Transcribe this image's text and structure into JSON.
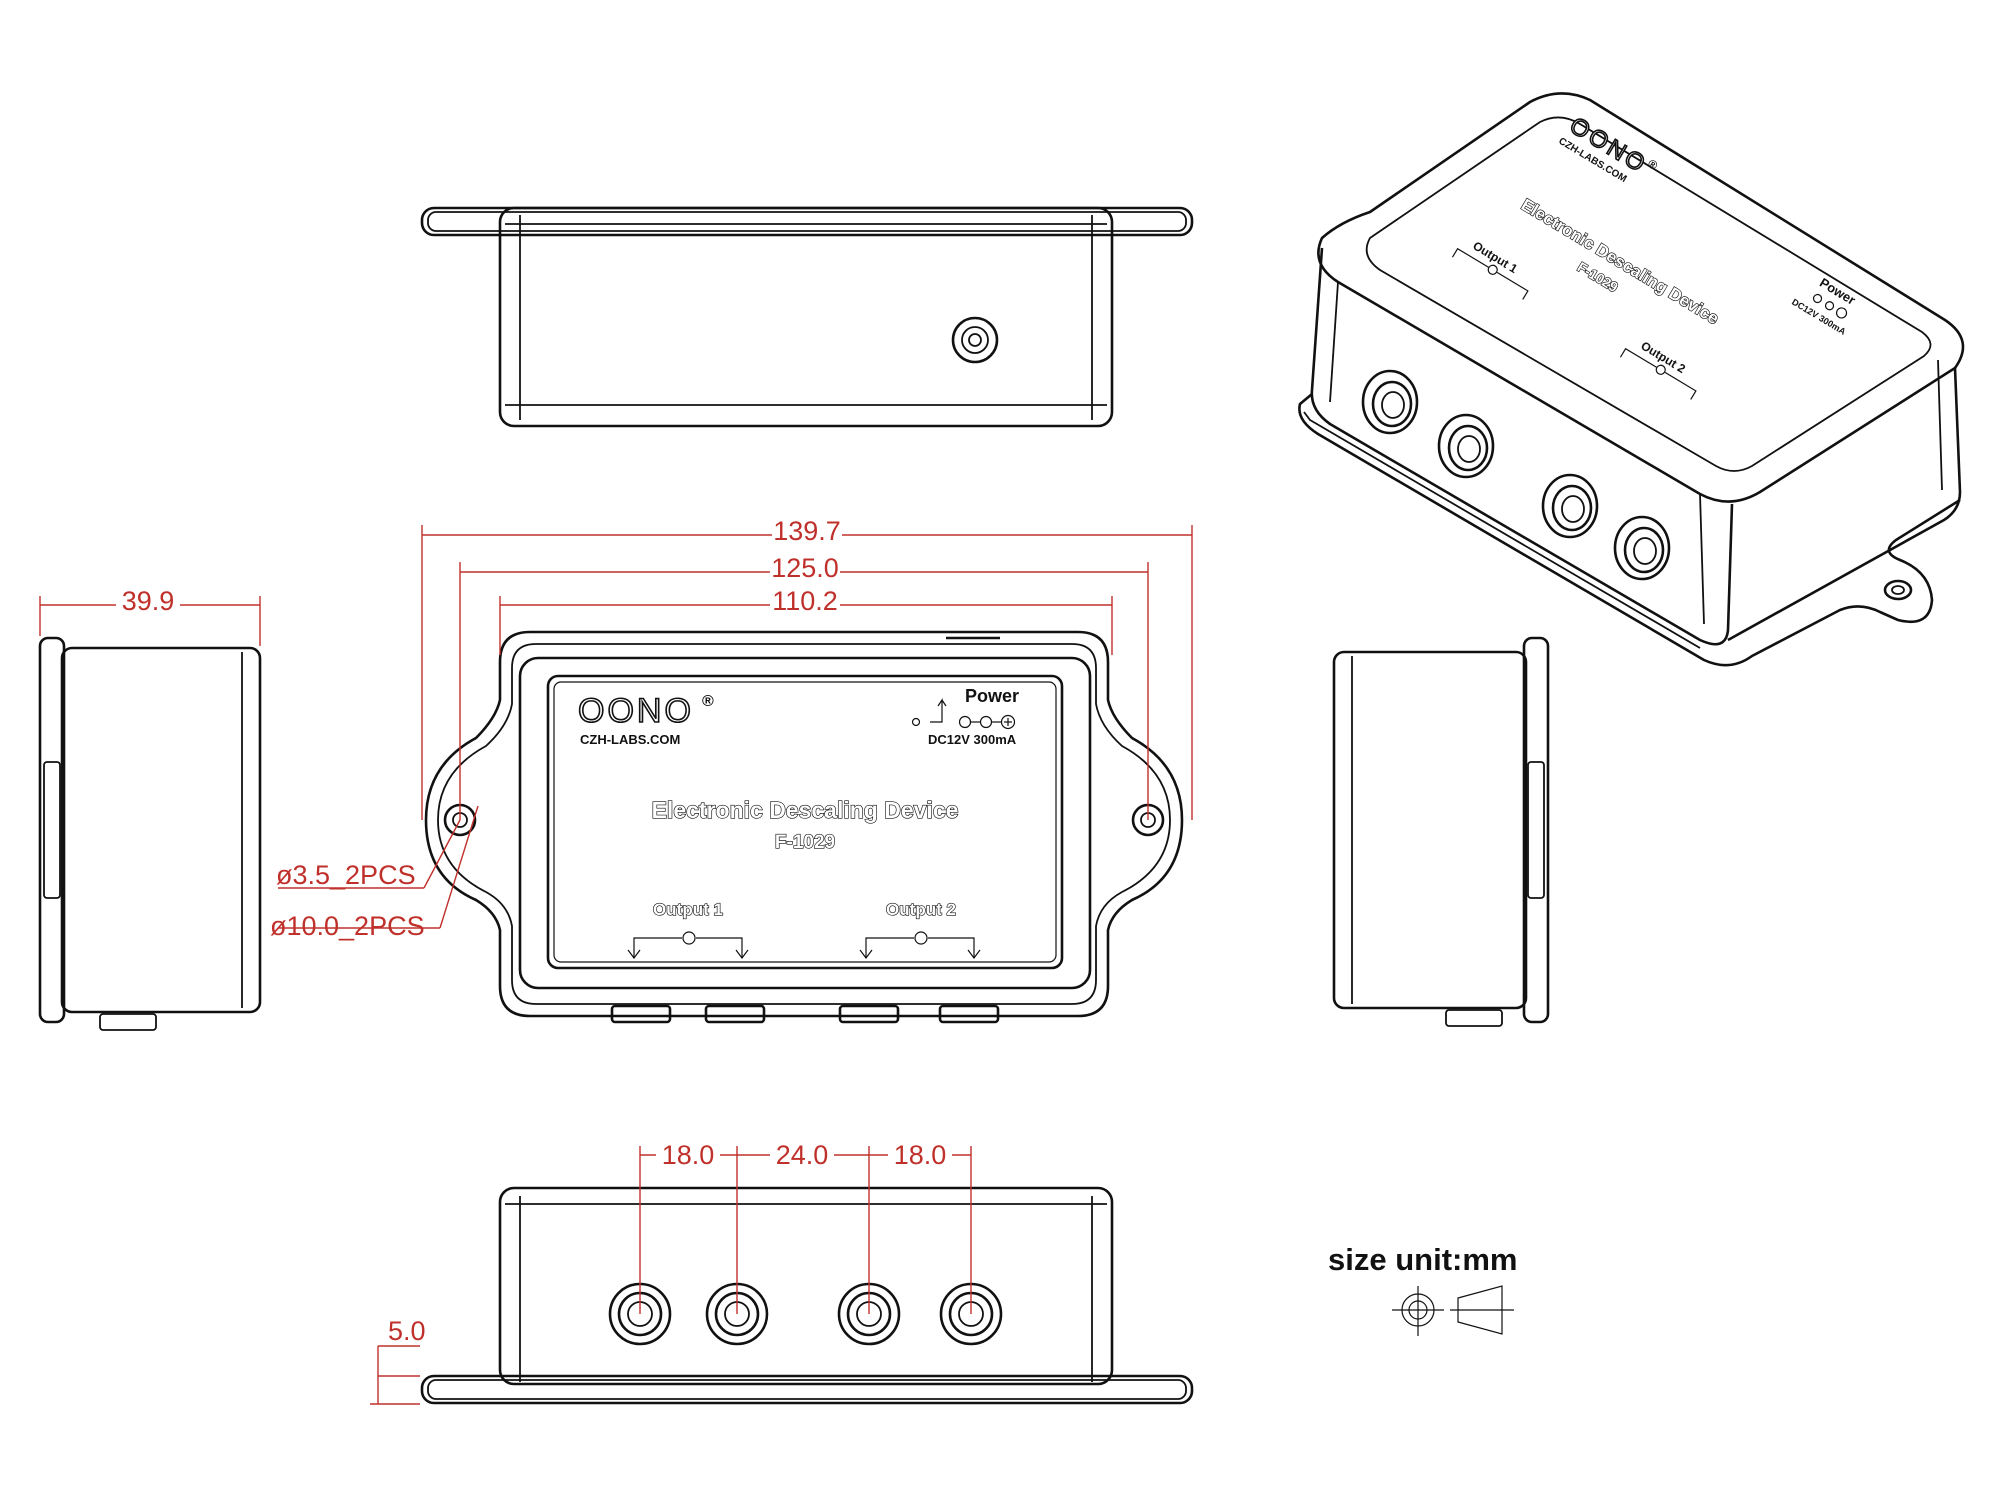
{
  "colors": {
    "outline": "#111111",
    "dimension": "#c0302b",
    "background": "#ffffff"
  },
  "front_label": {
    "brand": "OONO",
    "registered_mark": "®",
    "website": "CZH-LABS.COM",
    "product_name": "Electronic Descaling Device",
    "model": "F-1029",
    "power_label": "Power",
    "power_spec": "DC12V 300mA",
    "output1": "Output 1",
    "output2": "Output 2"
  },
  "iso_label": {
    "brand": "OONO",
    "registered_mark": "®",
    "website": "CZH-LABS.COM",
    "product_name": "Electronic Descaling Device",
    "model": "F-1029",
    "power_label": "Power",
    "power_spec": "DC12V 300mA",
    "output1": "Output 1",
    "output2": "Output 2"
  },
  "dimensions": {
    "overall_length": "139.7",
    "hole_spacing": "125.0",
    "body_length": "110.2",
    "depth": "39.9",
    "hole_small": "ø3.5_2PCS",
    "hole_large": "ø10.0_2PCS",
    "port_gap_1": "18.0",
    "port_gap_2": "24.0",
    "port_gap_3": "18.0",
    "flange_thickness": "5.0"
  },
  "legend": {
    "size_unit": "size unit:mm",
    "projection_symbol": "third-angle-projection-icon"
  }
}
